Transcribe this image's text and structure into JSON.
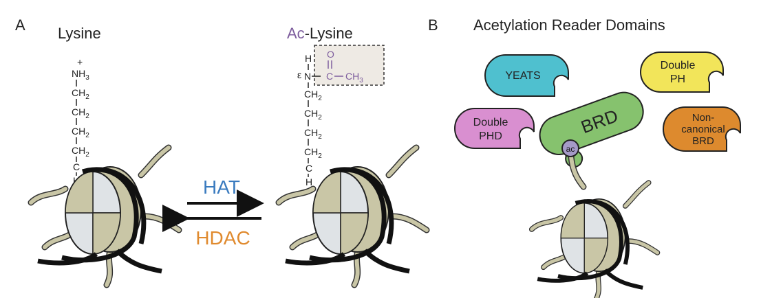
{
  "panel_a": {
    "letter": "A",
    "lysine_label": "Lysine",
    "ac_lysine_prefix": "Ac",
    "ac_lysine_suffix": "-Lysine",
    "hat_label": "HAT",
    "hdac_label": "HDAC",
    "chem": {
      "plus": "+",
      "nh": "NH",
      "sub3": "3",
      "ch": "CH",
      "sub2": "2",
      "c": "C",
      "h": "H",
      "n": "N",
      "eps": "ε",
      "o": "O",
      "acyl_c": "C",
      "methyl": "CH",
      "methyl_sub": "3"
    },
    "colors": {
      "hat": "#3a7bbf",
      "hdac": "#e08a2e",
      "ac": "#7e5e9e"
    }
  },
  "panel_b": {
    "letter": "B",
    "title": "Acetylation Reader Domains",
    "domains": [
      {
        "name": "YEATS",
        "lines": [
          "YEATS"
        ],
        "color": "#4fc0cf"
      },
      {
        "name": "Double PH",
        "lines": [
          "Double",
          "PH"
        ],
        "color": "#f2e55a"
      },
      {
        "name": "Double PHD",
        "lines": [
          "Double",
          "PHD"
        ],
        "color": "#d98fd0"
      },
      {
        "name": "BRD",
        "lines": [
          "BRD"
        ],
        "color": "#86c26e"
      },
      {
        "name": "Non-canonical BRD",
        "lines": [
          "Non-",
          "canonical",
          "BRD"
        ],
        "color": "#dd8a2e"
      }
    ],
    "ac_bubble": "ac"
  }
}
